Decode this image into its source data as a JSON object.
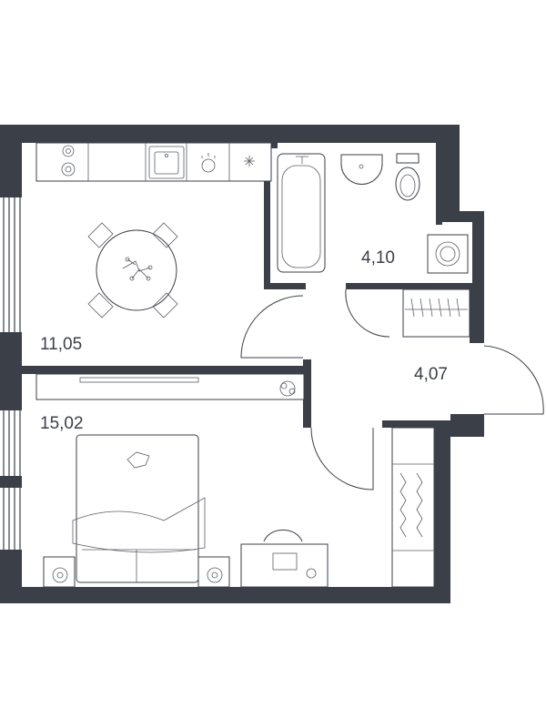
{
  "plan": {
    "rooms": [
      {
        "id": "kitchen",
        "area": "11,05"
      },
      {
        "id": "bathroom",
        "area": "4,10"
      },
      {
        "id": "hallway",
        "area": "4,07"
      },
      {
        "id": "bedroom",
        "area": "15,02"
      }
    ],
    "colors": {
      "wall": "#3b3f48",
      "line": "#5a5e66",
      "background": "#ffffff"
    }
  }
}
